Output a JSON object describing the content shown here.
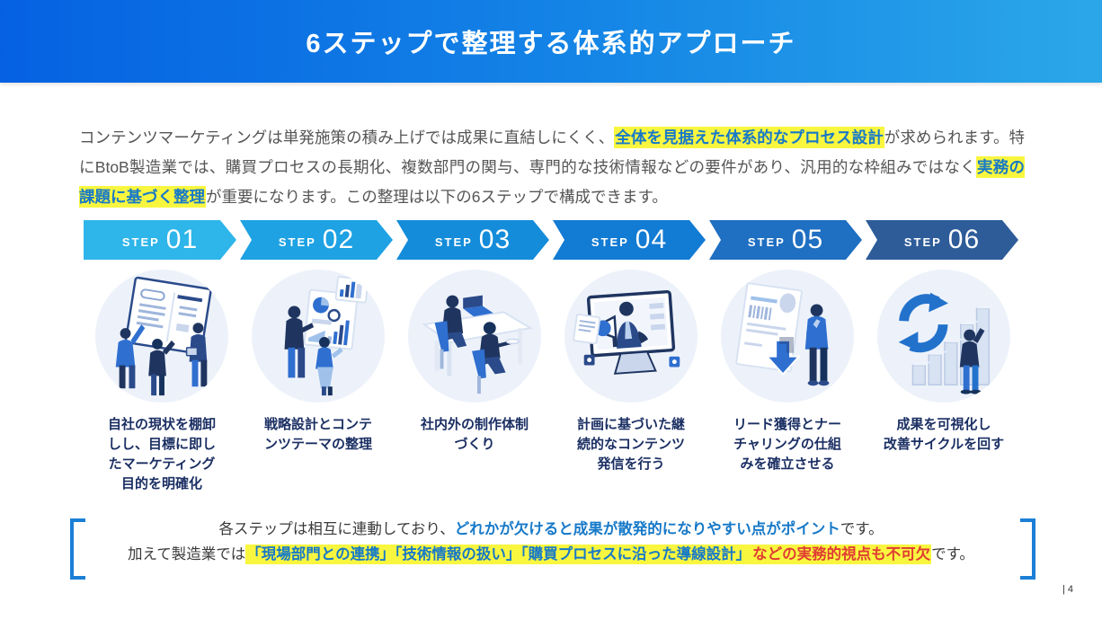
{
  "header": {
    "title": "6ステップで整理する体系的アプローチ"
  },
  "intro": {
    "runs": [
      {
        "text": "コンテンツマーケティングは単発施策の積み上げでは成果に直結しにくく、"
      },
      {
        "text": "全体を見据えた体系的なプロセス設計",
        "style": "highlight"
      },
      {
        "text": "が求められます。特にBtoB製造業では、購買プロセスの長期化、複数部門の関与、専門的な技術情報などの要件があり、汎用的な枠組みではなく"
      },
      {
        "text": "実務の課題に基づく整理",
        "style": "highlight"
      },
      {
        "text": "が重要になります。この整理は以下の6ステップで構成できます。"
      }
    ]
  },
  "steps": [
    {
      "label": "STEP",
      "number": "01",
      "color": "#2eb5e9",
      "caption": "自社の現状を棚卸\nしし、目標に即し\nたマーケティング\n目的を明確化",
      "illustration": "team-whiteboard"
    },
    {
      "label": "STEP",
      "number": "02",
      "color": "#1ea2e3",
      "caption": "戦略設計とコンテ\nンツテーマの整理",
      "illustration": "strategy-dashboard"
    },
    {
      "label": "STEP",
      "number": "03",
      "color": "#148cda",
      "caption": "社内外の制作体制\nづくり",
      "illustration": "desk-collaboration"
    },
    {
      "label": "STEP",
      "number": "04",
      "color": "#127bd3",
      "caption": "計画に基づいた継\n続的なコンテンツ\n発信を行う",
      "illustration": "monitor-megaphone"
    },
    {
      "label": "STEP",
      "number": "05",
      "color": "#1f6fc2",
      "caption": "リード獲得とナー\nチャリングの仕組\nみを確立させる",
      "illustration": "lead-download"
    },
    {
      "label": "STEP",
      "number": "06",
      "color": "#2d5c99",
      "caption": "成果を可視化し\n改善サイクルを回す",
      "illustration": "improvement-cycle-chart"
    }
  ],
  "note": {
    "line1": [
      {
        "text": "各ステップは相互に連動しており、"
      },
      {
        "text": "どれかが欠けると成果が散発的になりやすい点がポイント",
        "style": "blue"
      },
      {
        "text": "です。"
      }
    ],
    "line2": [
      {
        "text": "加えて製造業では"
      },
      {
        "text": "「現場部門との連携」「技術情報の扱い」「購買プロセスに沿った導線設計」",
        "style": "highlight-blue"
      },
      {
        "text": "などの実務的視点も不可欠",
        "style": "highlight-red"
      },
      {
        "text": "です。"
      }
    ]
  },
  "footer": {
    "page_number": "| 4"
  },
  "colors": {
    "header_gradient_left": "#0561e2",
    "header_gradient_right": "#2ba7e9",
    "highlight_yellow": "#f9f63f",
    "highlight_text_blue": "#1779c8",
    "accent_red": "#e03c33",
    "caption_navy": "#1b2f63",
    "bracket_blue": "#1b7fd6"
  }
}
